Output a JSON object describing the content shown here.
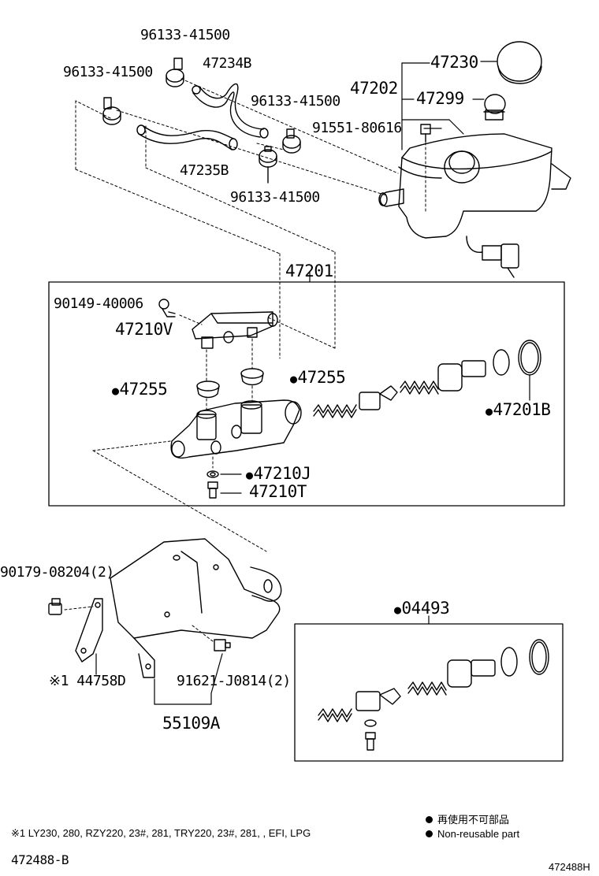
{
  "labels": {
    "clip_top": "96133-41500",
    "clip_left": "96133-41500",
    "hose_upper": "47234B",
    "clip_right_upper": "96133-41500",
    "clip_right_lower": "96133-41500",
    "hose_lower": "47235B",
    "reservoir_cap": "47230",
    "reservoir": "47202",
    "strainer": "47299",
    "bolt_reservoir": "91551-80616",
    "master_cylinder": "47201",
    "screw": "90149-40006",
    "grommet_union": "47210V",
    "grommet_left": "47255",
    "grommet_right": "47255",
    "kit_ring": "47201B",
    "gasket": "47210J",
    "stopper_bolt": "47210T",
    "nut": "90179-08204(2)",
    "bracket_note": "※1 44758D",
    "bolt_bracket": "91621-J0814(2)",
    "bracket": "55109A",
    "repair_kit": "04493"
  },
  "legend": {
    "nonreusable_jp": "再使用不可部品",
    "nonreusable_en": "Non-reusable part"
  },
  "footnote": "※1 LY230, 280, RZY220, 23#, 281, TRY220, 23#, 281, , EFI, LPG",
  "figure_id_left": "472488-B",
  "figure_id_right": "472488H"
}
